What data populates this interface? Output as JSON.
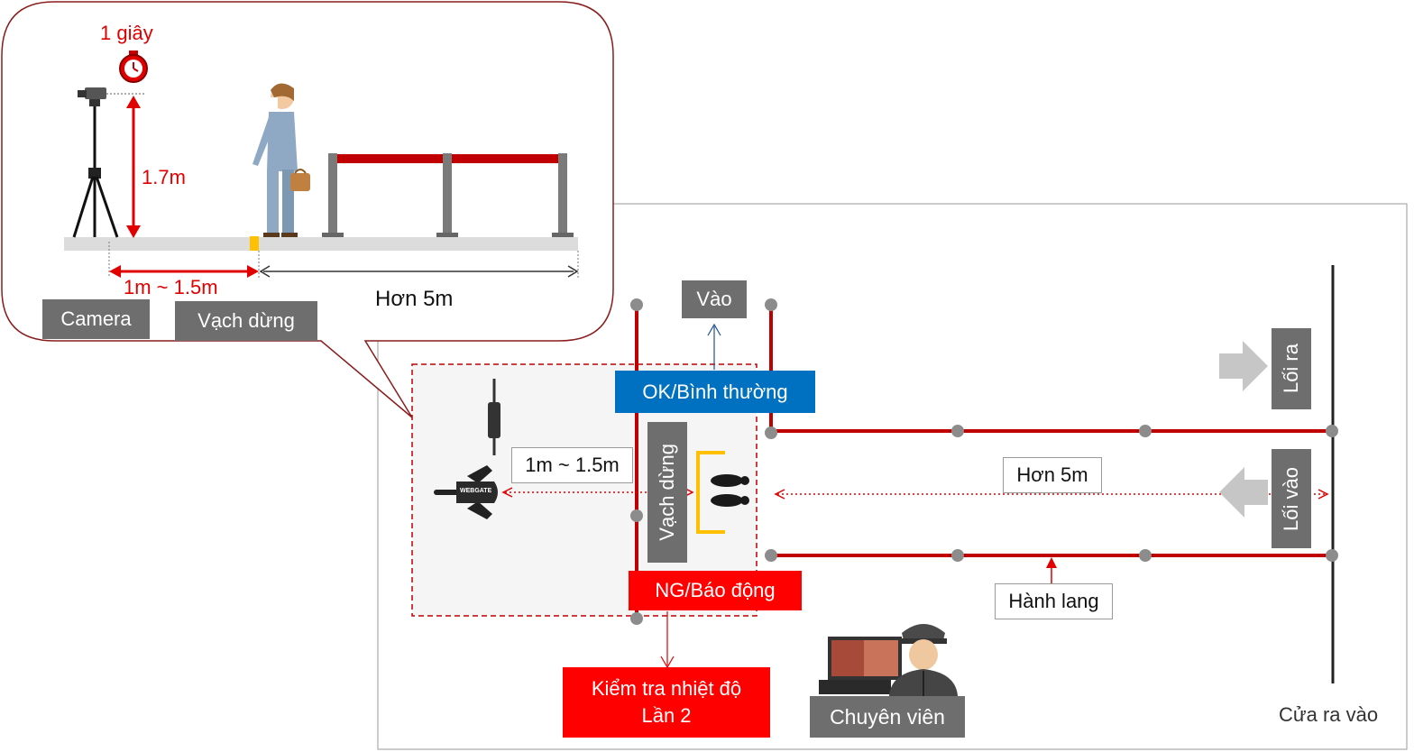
{
  "callout": {
    "timer_label": "1 giây",
    "height_label": "1.7m",
    "distance_label": "1m ~ 1.5m",
    "far_distance_label": "Hơn 5m",
    "camera_label": "Camera",
    "stop_line_label": "Vạch dừng"
  },
  "plan": {
    "entry_label": "Vào",
    "ok_label": "OK/Bình thường",
    "distance_label": "1m ~ 1.5m",
    "stop_line_label": "Vạch dừng",
    "ng_label": "NG/Báo động",
    "second_check_line1": "Kiểm tra nhiệt độ",
    "second_check_line2": "Lần 2",
    "far_distance_label": "Hơn 5m",
    "corridor_label": "Hành lang",
    "exit_label": "Lối ra",
    "entrance_label": "Lối vào",
    "gate_label": "Cửa ra vào",
    "operator_label": "Chuyên viên",
    "camera_brand": "WEBGATE"
  },
  "colors": {
    "red": "#ff0000",
    "dark_red": "#c00000",
    "blue": "#0070c0",
    "gray_box": "#6e6e6e",
    "yellow": "#ffc000"
  }
}
